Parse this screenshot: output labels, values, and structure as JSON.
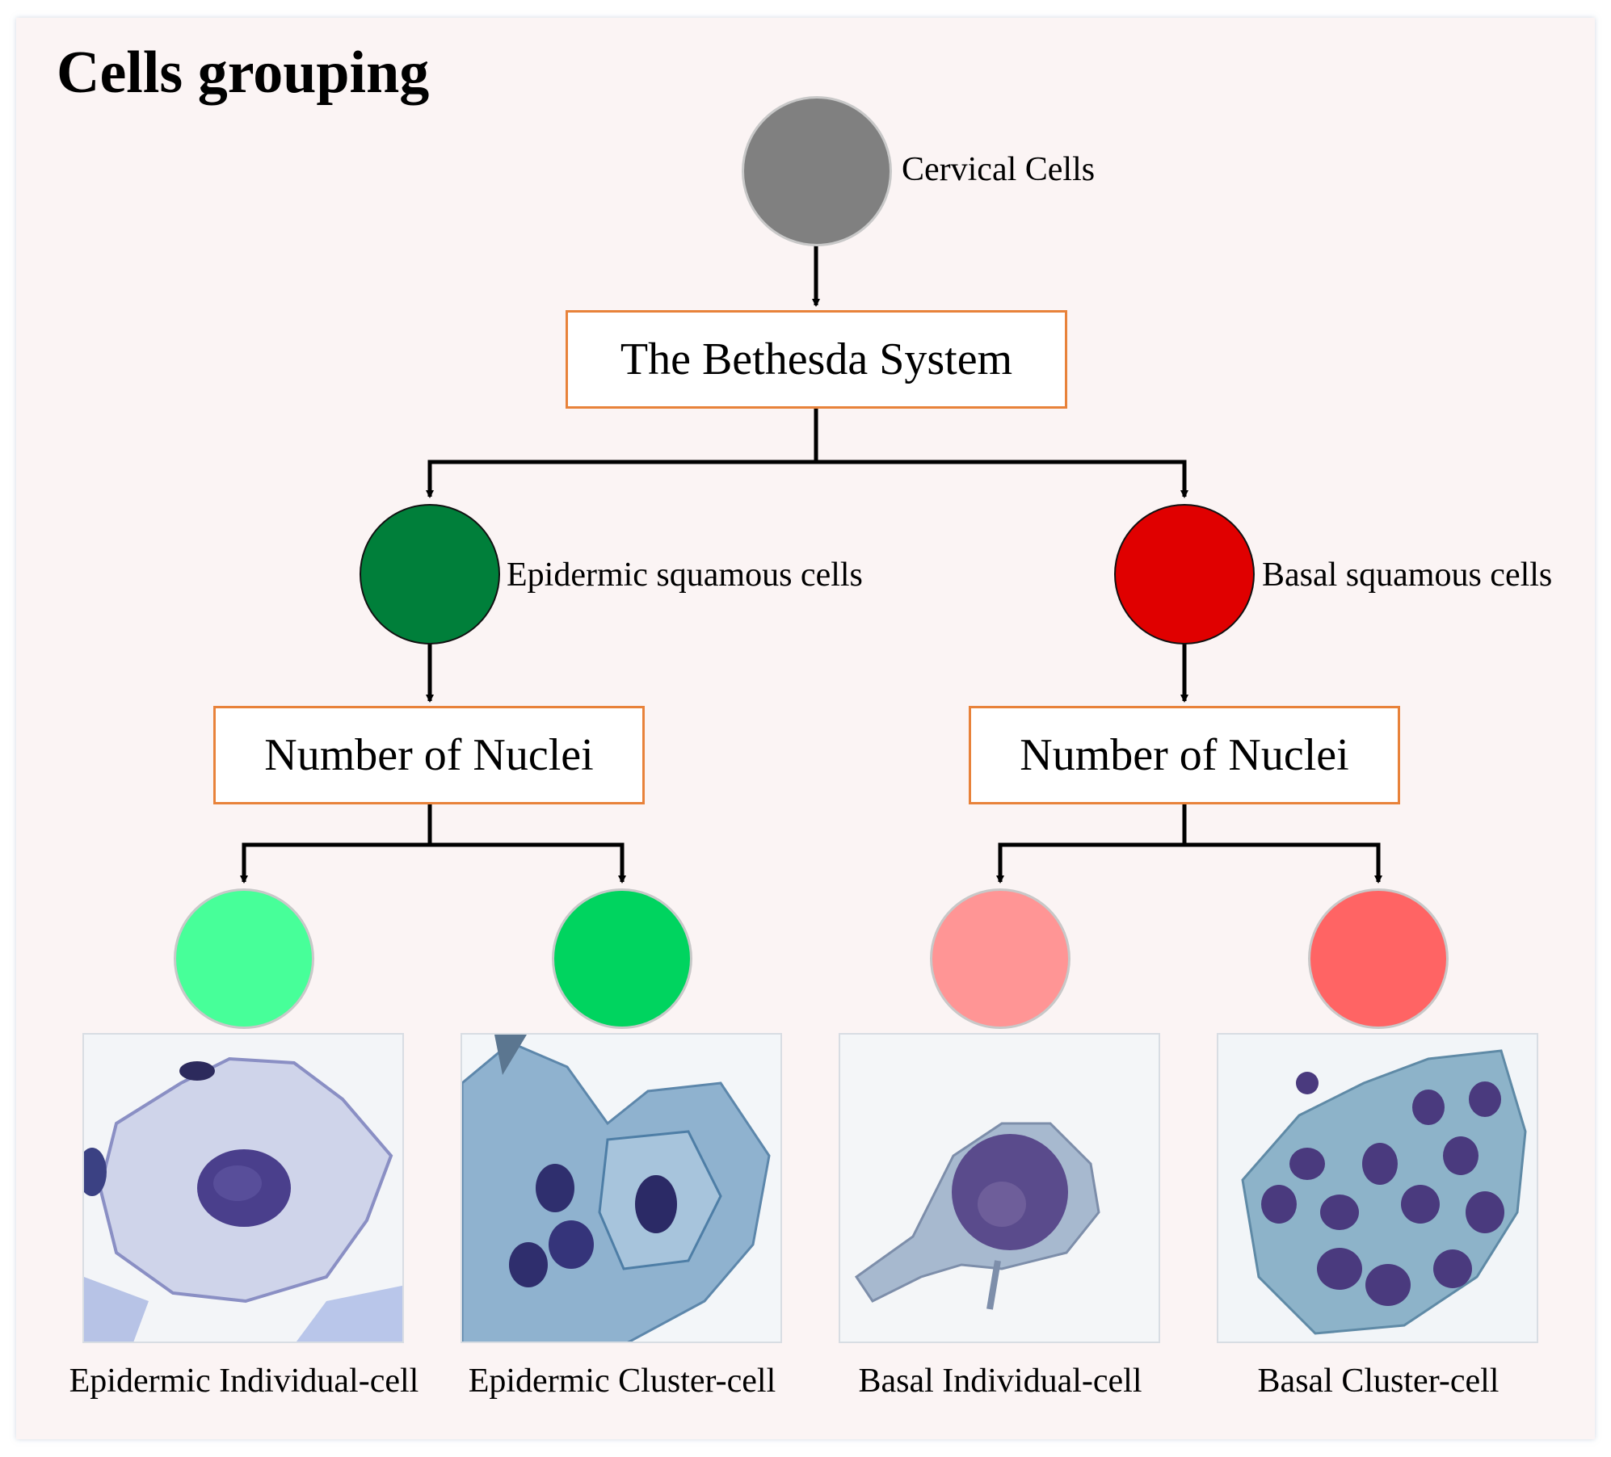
{
  "title": "Cells grouping",
  "root": {
    "label": "Cervical Cells",
    "color": "#808080"
  },
  "system": {
    "label": "The Bethesda System",
    "border_color": "#e8823a"
  },
  "branches": [
    {
      "key": "epidermic",
      "label": "Epidermic squamous cells",
      "color": "#007f3a",
      "group_label": "Number of Nuclei",
      "children": [
        {
          "caption": "Epidermic Individual-cell",
          "color": "#47ff99",
          "photo_icon": "single-nucleus-cell"
        },
        {
          "caption": "Epidermic Cluster-cell",
          "color": "#00d45f",
          "photo_icon": "multi-nucleus-cell"
        }
      ]
    },
    {
      "key": "basal",
      "label": "Basal squamous cells",
      "color": "#e00000",
      "group_label": "Number of Nuclei",
      "children": [
        {
          "caption": "Basal Individual-cell",
          "color": "#ff9595",
          "photo_icon": "single-nucleus-cell"
        },
        {
          "caption": "Basal Cluster-cell",
          "color": "#ff6464",
          "photo_icon": "cell-cluster"
        }
      ]
    }
  ]
}
